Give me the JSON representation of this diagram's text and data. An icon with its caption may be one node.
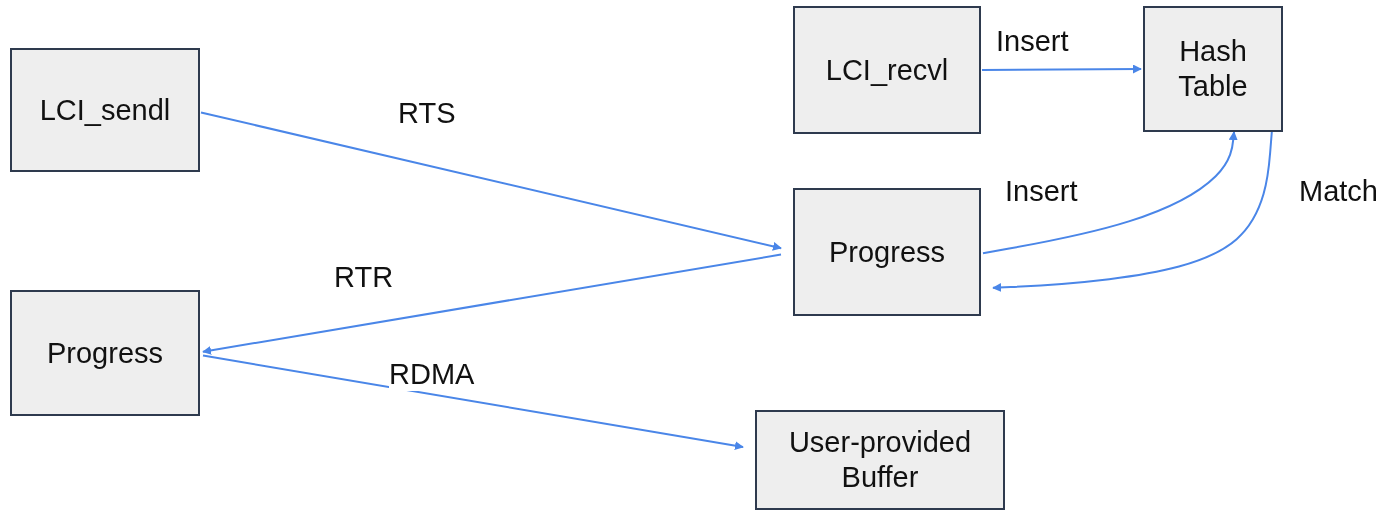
{
  "diagram": {
    "nodes": [
      {
        "text": [
          "LCI_sendl"
        ]
      },
      {
        "text": [
          "LCI_recvl"
        ]
      },
      {
        "text": [
          "Hash Table"
        ]
      },
      {
        "text": [
          "Progress"
        ]
      },
      {
        "text": [
          "Progress"
        ]
      },
      {
        "text": [
          "User-provided Buffer"
        ]
      }
    ],
    "edges": [
      {
        "from": 0,
        "to": 3,
        "arrow": "to",
        "label": "RTS"
      },
      {
        "from": 3,
        "to": 4,
        "arrow": "to",
        "label": "RTR"
      },
      {
        "from": 4,
        "to": 5,
        "arrow": "to",
        "label": "RDMA"
      },
      {
        "from": 1,
        "to": 2,
        "arrow": "to",
        "label": "Insert"
      },
      {
        "from": 3,
        "to": 2,
        "arrow": "to",
        "label": "Insert"
      },
      {
        "from": 2,
        "to": 3,
        "arrow": "to",
        "label": "Match"
      }
    ]
  }
}
